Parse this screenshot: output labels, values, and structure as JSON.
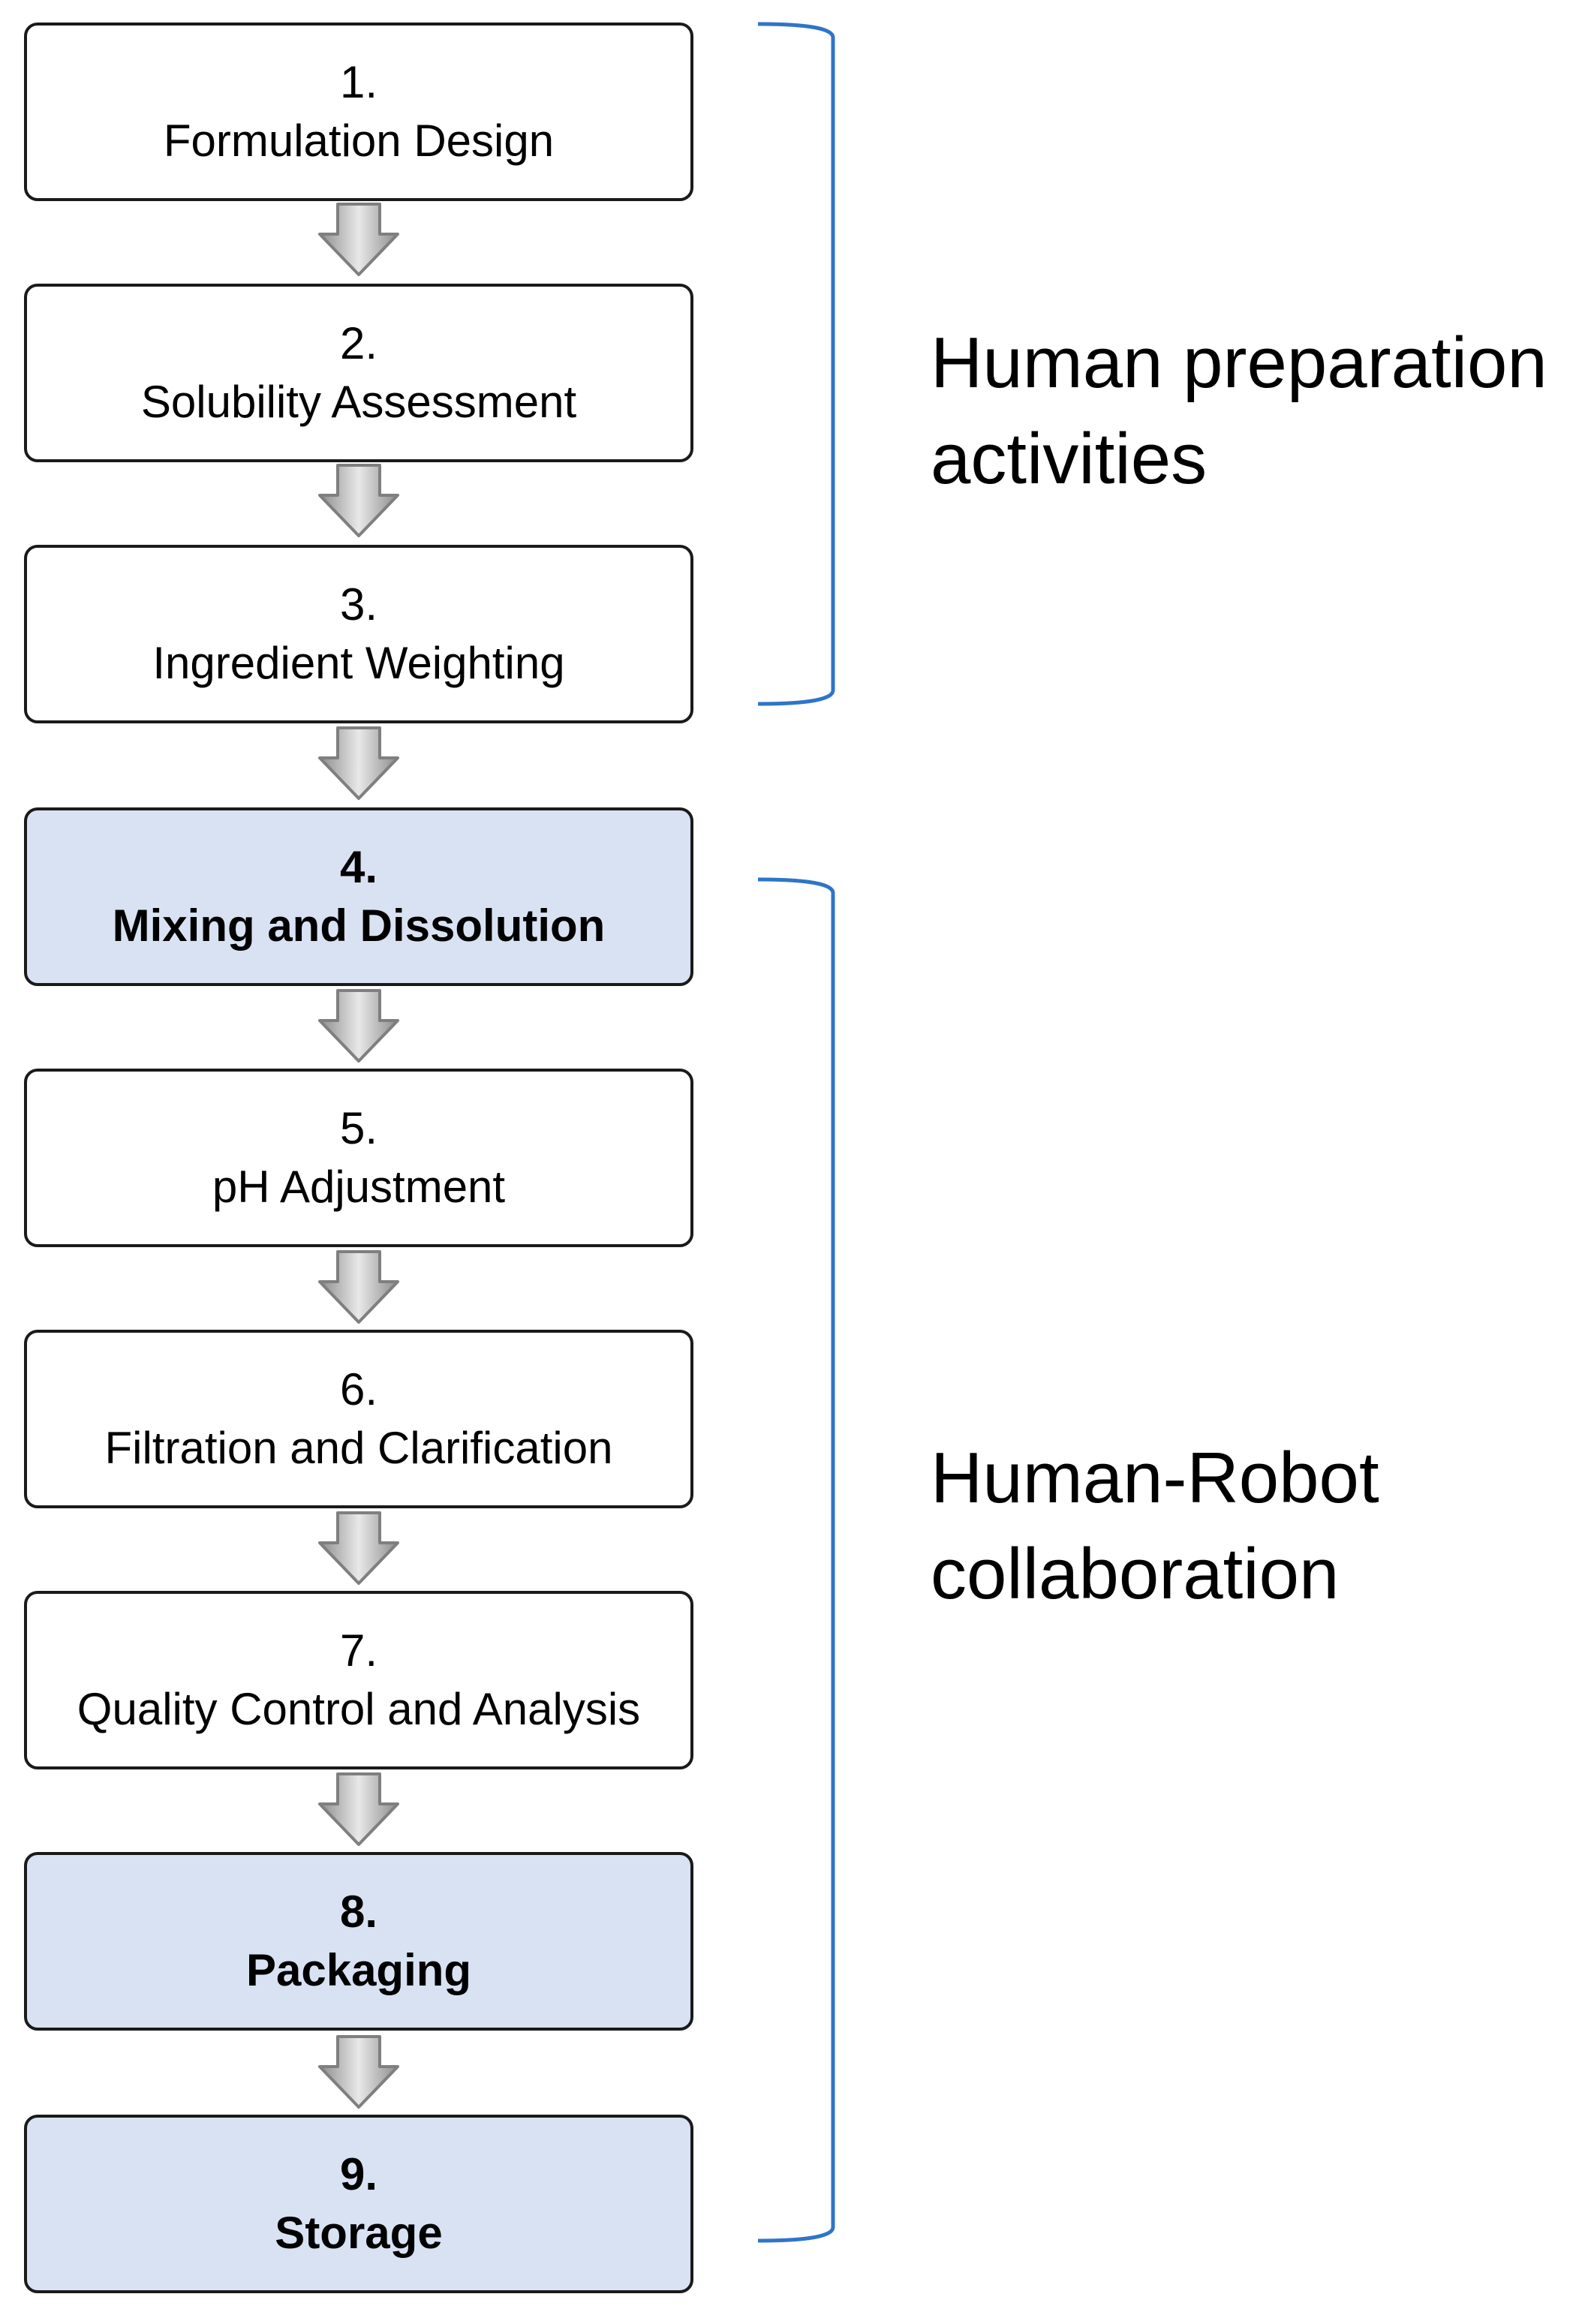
{
  "steps": [
    {
      "number": "1.",
      "label": "Formulation Design",
      "highlight": false
    },
    {
      "number": "2.",
      "label": "Solubility Assessment",
      "highlight": false
    },
    {
      "number": "3.",
      "label": "Ingredient Weighting",
      "highlight": false
    },
    {
      "number": "4.",
      "label": "Mixing and Dissolution",
      "highlight": true
    },
    {
      "number": "5.",
      "label": "pH Adjustment",
      "highlight": false
    },
    {
      "number": "6.",
      "label": "Filtration and Clarification",
      "highlight": false
    },
    {
      "number": "7.",
      "label": "Quality Control and Analysis",
      "highlight": false
    },
    {
      "number": "8.",
      "label": "Packaging",
      "highlight": true
    },
    {
      "number": "9.",
      "label": "Storage",
      "highlight": true
    }
  ],
  "groups": [
    {
      "line1": "Human preparation",
      "line2": "activities",
      "covers_steps": [
        1,
        3
      ]
    },
    {
      "line1": "Human-Robot",
      "line2": "collaboration",
      "covers_steps": [
        4,
        9
      ]
    }
  ],
  "colors": {
    "highlight_fill": "#d9e2f2",
    "box_border": "#1a1a1a",
    "bracket": "#2e75c8",
    "arrow_fill": "#c0c0c0",
    "arrow_stroke": "#7f7f7f"
  },
  "icons": {
    "arrow": "down-arrow-icon"
  }
}
